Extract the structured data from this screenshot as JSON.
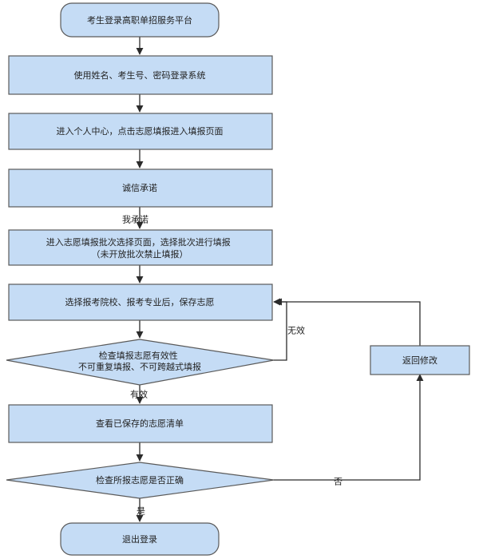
{
  "colors": {
    "fill": "#c5dcf5",
    "stroke": "#5a5a5a",
    "line": "#2b2b2b",
    "text": "#222222"
  },
  "nodes": {
    "start": {
      "lines": [
        "考生登录高职单招服务平台"
      ]
    },
    "login": {
      "lines": [
        "使用姓名、考生号、密码登录系统"
      ]
    },
    "center": {
      "lines": [
        "进入个人中心，点击志愿填报进入填报页面"
      ]
    },
    "promise": {
      "lines": [
        "诚信承诺"
      ]
    },
    "batch": {
      "lines": [
        "进入志愿填报批次选择页面，选择批次进行填报",
        "（未开放批次禁止填报）"
      ]
    },
    "select": {
      "lines": [
        "选择报考院校、报考专业后，保存志愿"
      ]
    },
    "check_validity": {
      "lines": [
        "检查填报志愿有效性",
        "不可重复填报、不可跨越式填报"
      ]
    },
    "view": {
      "lines": [
        "查看已保存的志愿清单"
      ]
    },
    "check_correct": {
      "lines": [
        "检查所报志愿是否正确"
      ]
    },
    "modify": {
      "lines": [
        "返回修改"
      ]
    },
    "end": {
      "lines": [
        "退出登录"
      ]
    }
  },
  "edge_labels": {
    "promise_yes": "我承诺",
    "invalid": "无效",
    "valid": "有效",
    "no": "否",
    "yes": "是"
  }
}
